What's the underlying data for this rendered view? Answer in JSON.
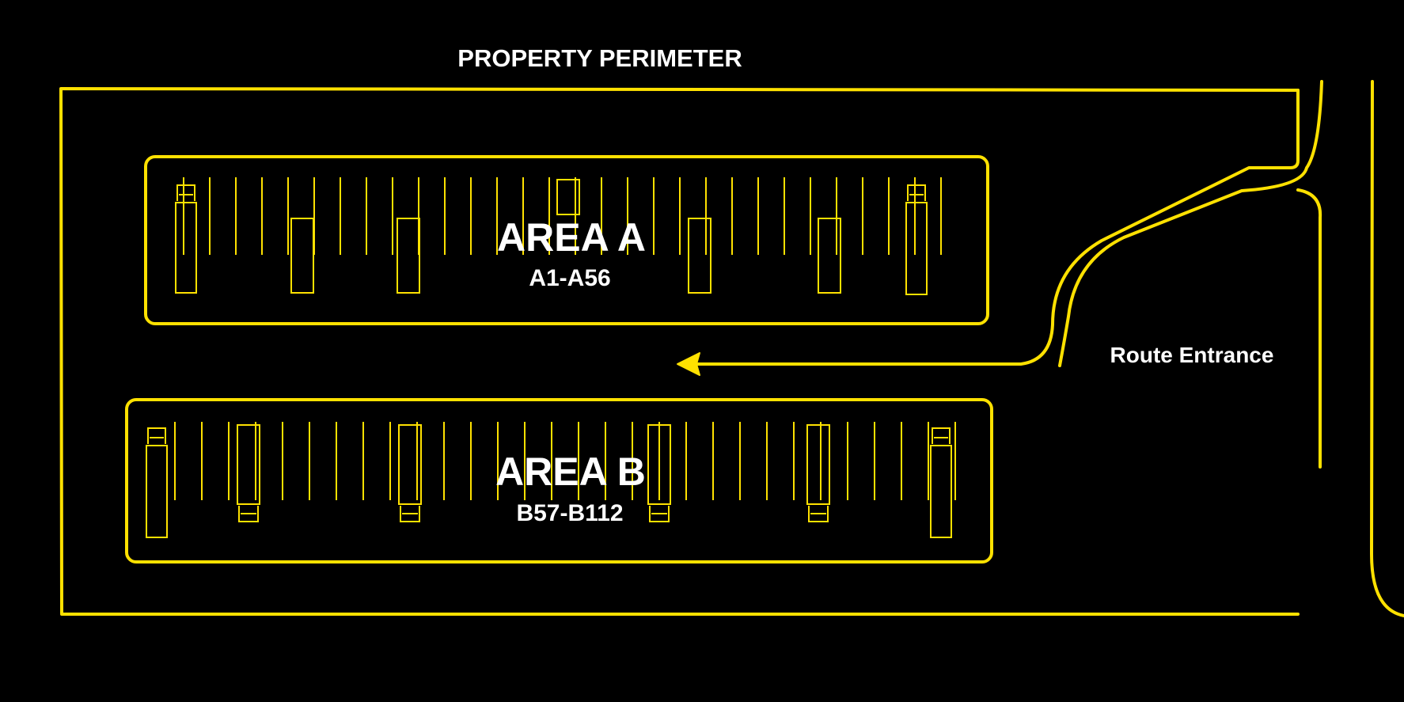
{
  "map": {
    "perimeter_label": "PROPERTY PERIMETER",
    "entrance_label": "Route Entrance",
    "line_color": "#ffe100",
    "background": "#000000",
    "text_color": "#ffffff"
  },
  "areas": [
    {
      "name": "AREA A",
      "range": "A1-A56"
    },
    {
      "name": "AREA B",
      "range": "B57-B112"
    }
  ]
}
